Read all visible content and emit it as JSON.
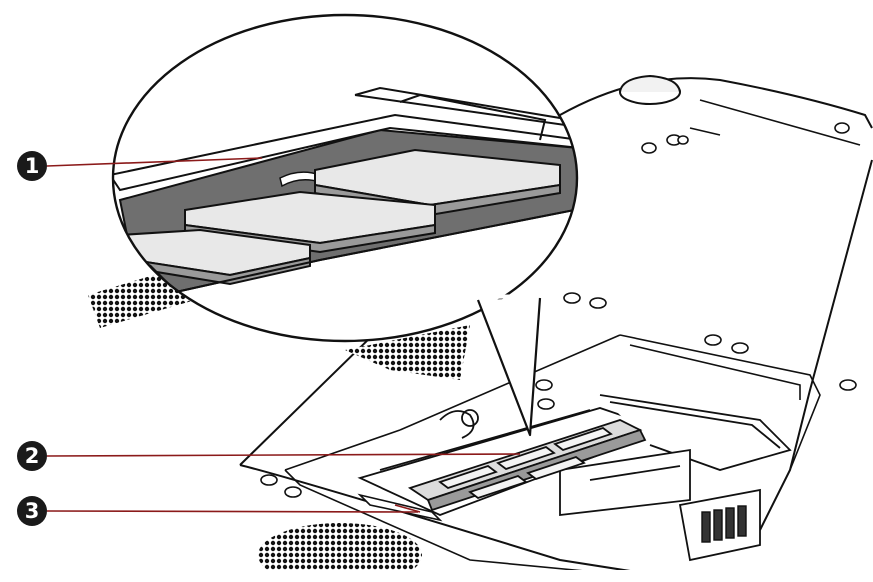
{
  "callouts": [
    {
      "number": "1",
      "target": "memory-slot"
    },
    {
      "number": "2",
      "target": "memory-module"
    },
    {
      "number": "3",
      "target": "memory-module-connector"
    }
  ],
  "colors": {
    "leader_line": "#8b1a1a",
    "ink": "#111111",
    "module": "#e8e8e8",
    "badge": "#1a1a1a"
  }
}
